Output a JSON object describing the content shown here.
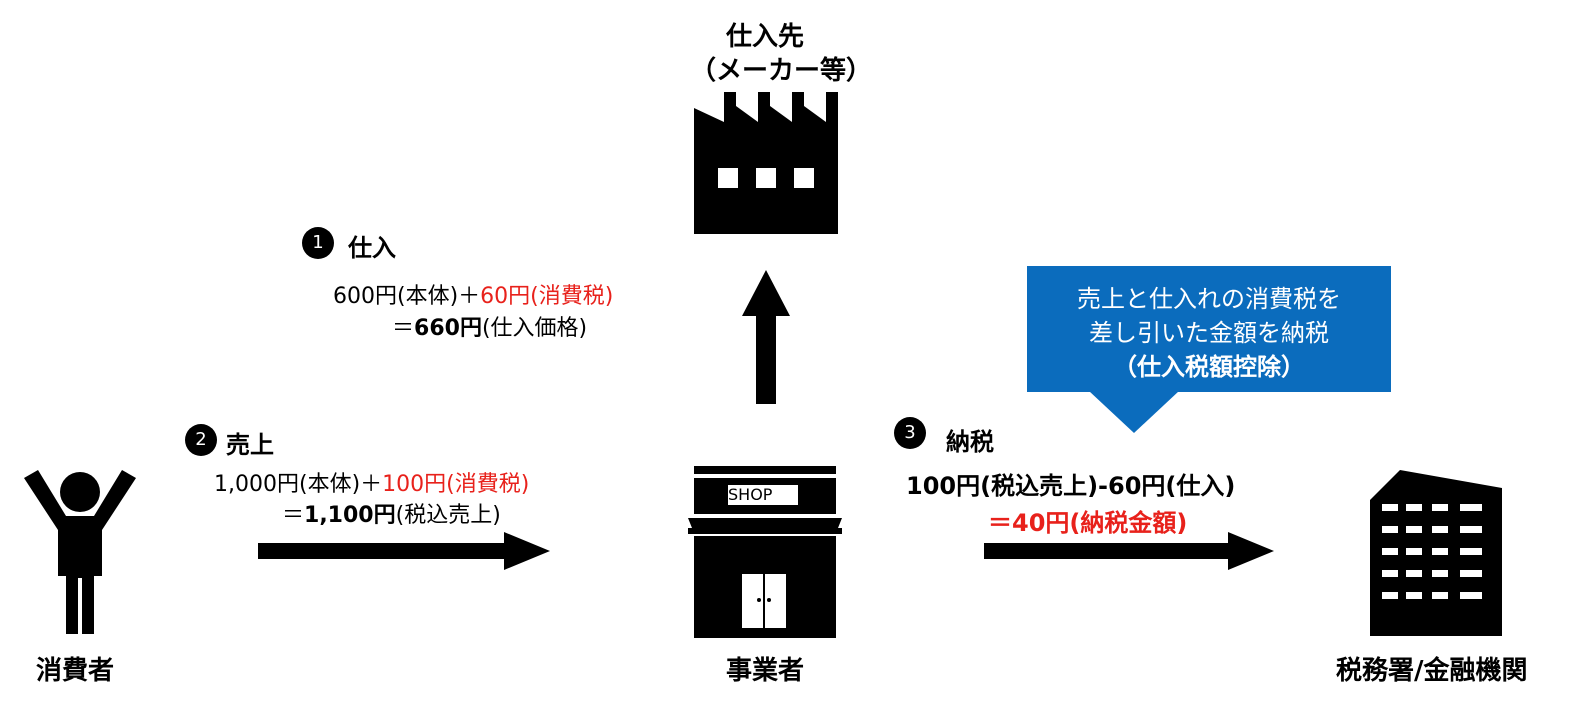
{
  "supplier": {
    "label_line1": "仕入先",
    "label_line2": "（メーカー等）",
    "icon": "factory-icon"
  },
  "business": {
    "label": "事業者",
    "shop_sign": "SHOP",
    "icon": "shop-icon"
  },
  "consumer": {
    "label": "消費者",
    "icon": "person-icon"
  },
  "tax_office": {
    "label": "税務署/金融機関",
    "icon": "building-icon"
  },
  "step1": {
    "number": "1",
    "title": "仕入",
    "line1_base": "600円(本体)＋",
    "line1_tax": "60円(消費税)",
    "line2_eq": "＝",
    "line2_value": "660円",
    "line2_note": "(仕入価格)"
  },
  "step2": {
    "number": "2",
    "title": "売上",
    "line1_base": "1,000円(本体)＋",
    "line1_tax": "100円(消費税)",
    "line2_eq": "＝",
    "line2_value": "1,100円",
    "line2_note": "(税込売上)"
  },
  "step3": {
    "number": "3",
    "title": "納税",
    "line1": "100円(税込売上)-60円(仕入)",
    "line2": "＝40円(納税金額)"
  },
  "callout": {
    "line1": "売上と仕入れの消費税を",
    "line2": "差し引いた金額を納税",
    "line3": "（仕入税額控除）"
  },
  "colors": {
    "accent_red": "#e8211b",
    "callout_blue": "#0b6cbd",
    "icon_black": "#000000"
  }
}
